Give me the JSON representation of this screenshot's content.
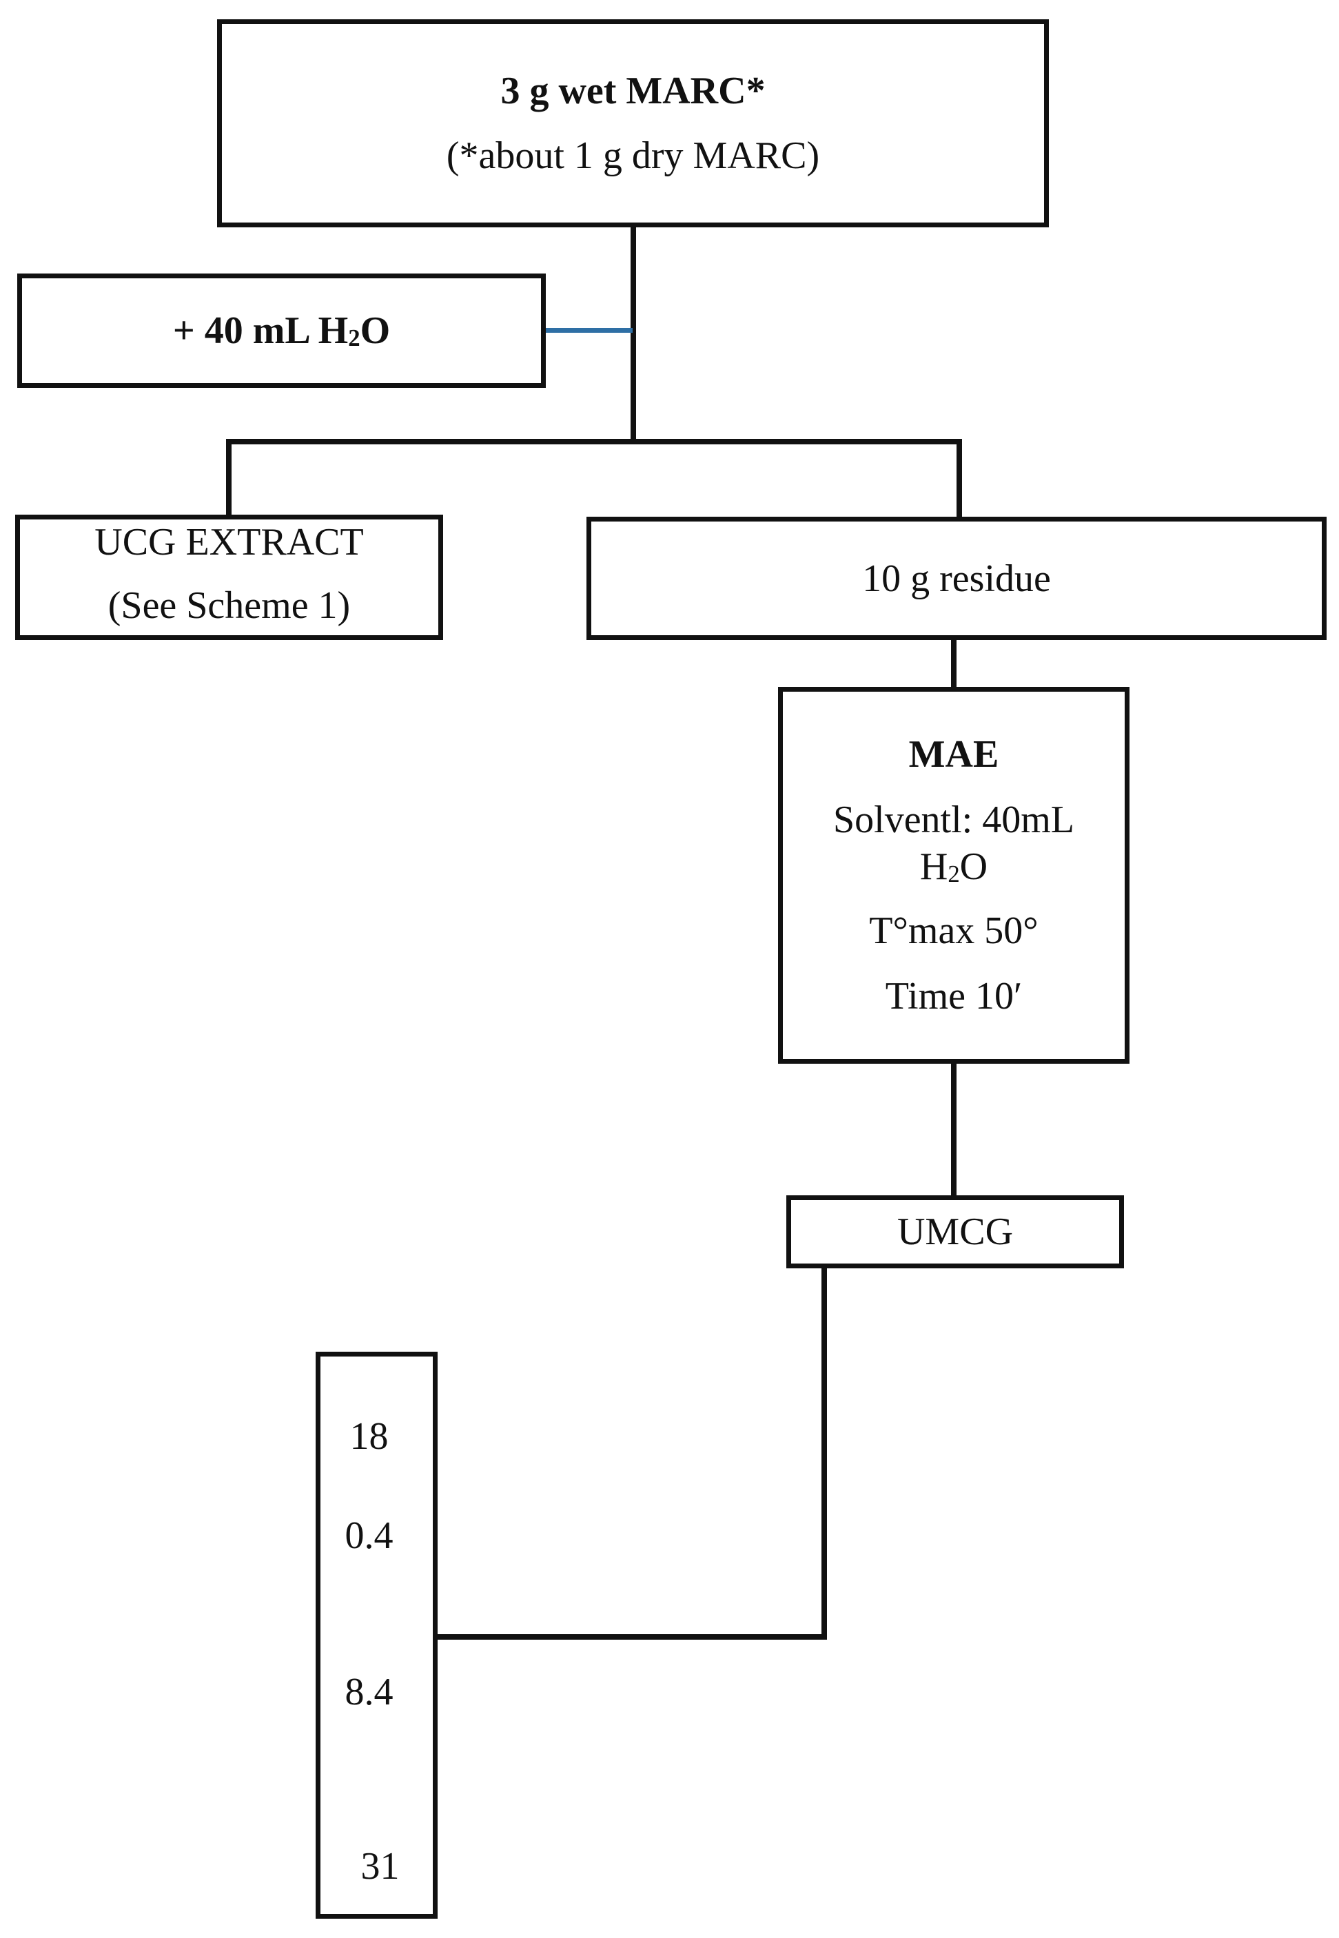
{
  "start": {
    "title": "3 g wet MARC*",
    "note": "(*about 1 g dry MARC)"
  },
  "water_addition": {
    "prefix": "+ 40 mL H",
    "subscript": "2",
    "suffix": "O"
  },
  "ucg_extract": {
    "title": "UCG EXTRACT",
    "note": "(See Scheme 1)"
  },
  "residue": {
    "label": "10 g residue"
  },
  "mae": {
    "title": "MAE",
    "solvent_line": "Solventl: 40mL",
    "solvent_h": "H",
    "solvent_sub": "2",
    "solvent_o": "O",
    "temperature": "T°max 50°",
    "time": "Time 10′"
  },
  "umcg": {
    "label": "UMCG"
  },
  "results": {
    "values": [
      "18",
      "0.4",
      "8.4",
      "31"
    ]
  },
  "colors": {
    "line": "#111111",
    "blue_connector": "#2e6fa5"
  }
}
